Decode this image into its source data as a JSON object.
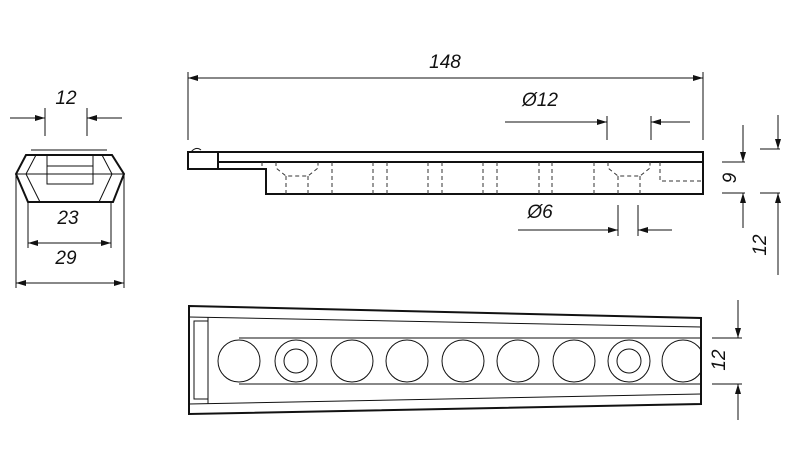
{
  "end_view": {
    "dim_top_width": "12",
    "dim_inner_width": "23",
    "dim_outer_width": "29"
  },
  "side_view": {
    "dim_length": "148",
    "dim_counterbore_dia": "Ø12",
    "dim_hole_dia": "Ø6",
    "dim_thickness": "9",
    "dim_height": "12"
  },
  "plan_view": {
    "dim_channel_width": "12"
  },
  "colors": {
    "line": "#111111",
    "background": "#ffffff"
  }
}
